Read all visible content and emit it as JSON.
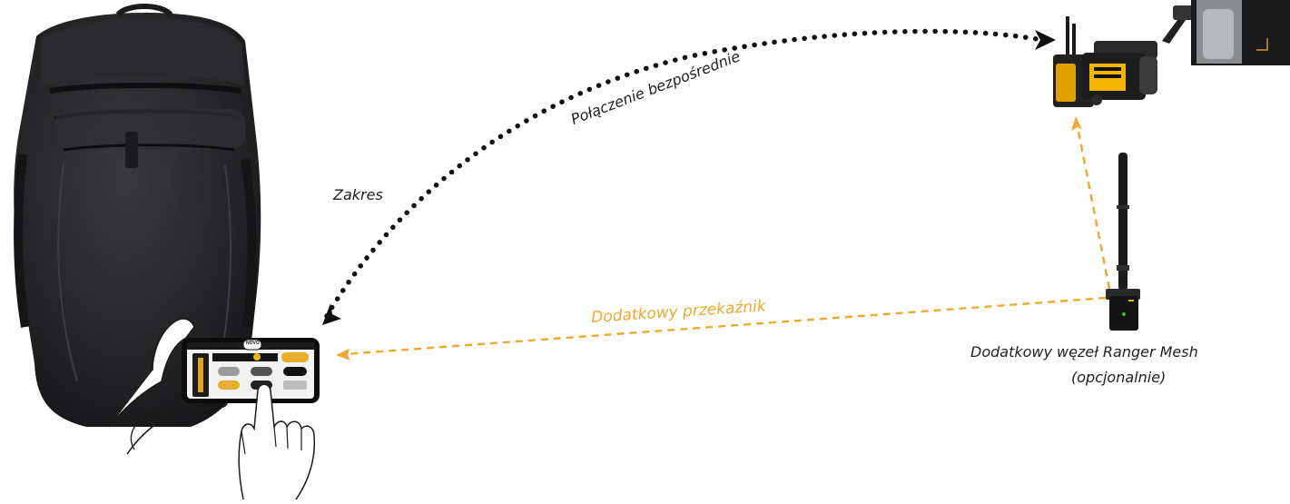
{
  "labels": {
    "direct_link": "Połączenie bezpośrednie",
    "range": "Zakres",
    "relay": "Dodatkowy przekaźnik",
    "node_title": "Dodatkowy węzeł Ranger Mesh",
    "node_optional": "(opcjonalnie)"
  },
  "phone_app": {
    "logo_text": "NOVO"
  },
  "colors": {
    "direct_link": "#111111",
    "relay": "#f0a830",
    "label_text": "#222222",
    "camera_accent": "#f2b400"
  },
  "icons": {
    "backpack": "backpack-icon",
    "phone_hand": "hand-holding-phone-icon",
    "camera": "cinema-camera-icon",
    "monitor": "monitor-icon",
    "mesh_node": "mesh-node-antenna-icon"
  }
}
